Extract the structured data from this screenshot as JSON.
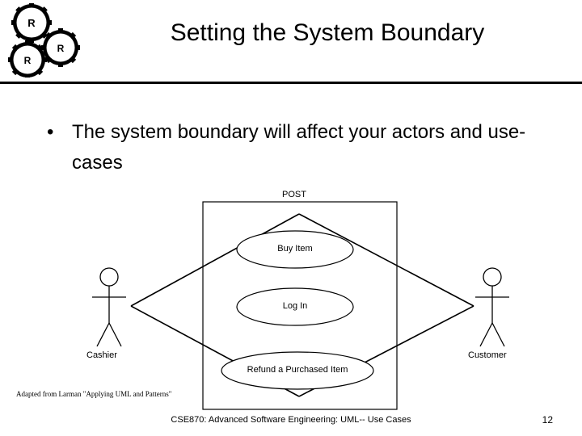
{
  "header": {
    "title": "Setting the System Boundary",
    "logo_letters": [
      "R",
      "R",
      "R"
    ]
  },
  "body": {
    "bullet_marker": "•",
    "bullet_text": "The system boundary will affect your actors and use-cases"
  },
  "diagram": {
    "system_label": "POST",
    "use_cases": [
      "Buy Item",
      "Log In",
      "Refund a Purchased Item"
    ],
    "actors": [
      "Cashier",
      "Customer"
    ]
  },
  "footer": {
    "adapted": "Adapted from Larman \"Applying UML and Patterns\"",
    "course": "CSE870: Advanced Software Engineering: UML-- Use Cases",
    "page_number": "12"
  },
  "colors": {
    "ink": "#000000",
    "background": "#ffffff"
  }
}
